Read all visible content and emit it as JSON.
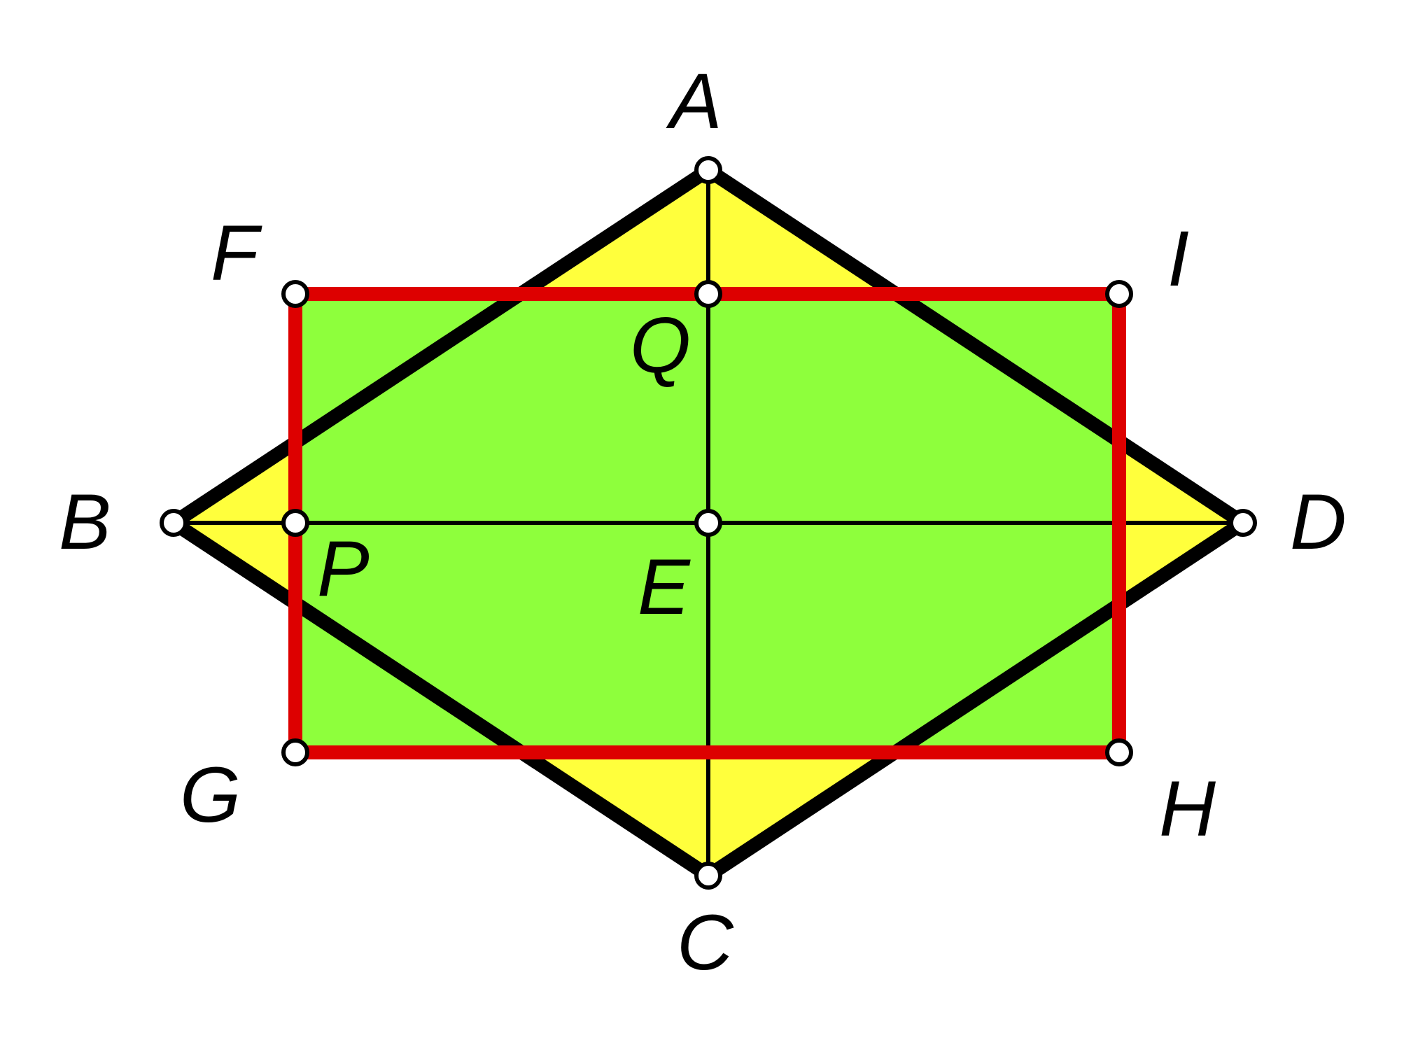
{
  "colors": {
    "rhombus_fill": "#FFFF3C",
    "rectangle_fill": "#8EFF3C",
    "rhombus_stroke": "#000000",
    "rectangle_stroke": "#DD0000",
    "axis_stroke": "#000000",
    "point_fill": "#FFFFFF"
  },
  "labels": {
    "A": "A",
    "B": "B",
    "C": "C",
    "D": "D",
    "E": "E",
    "F": "F",
    "G": "G",
    "H": "H",
    "I": "I",
    "P": "P",
    "Q": "Q"
  }
}
